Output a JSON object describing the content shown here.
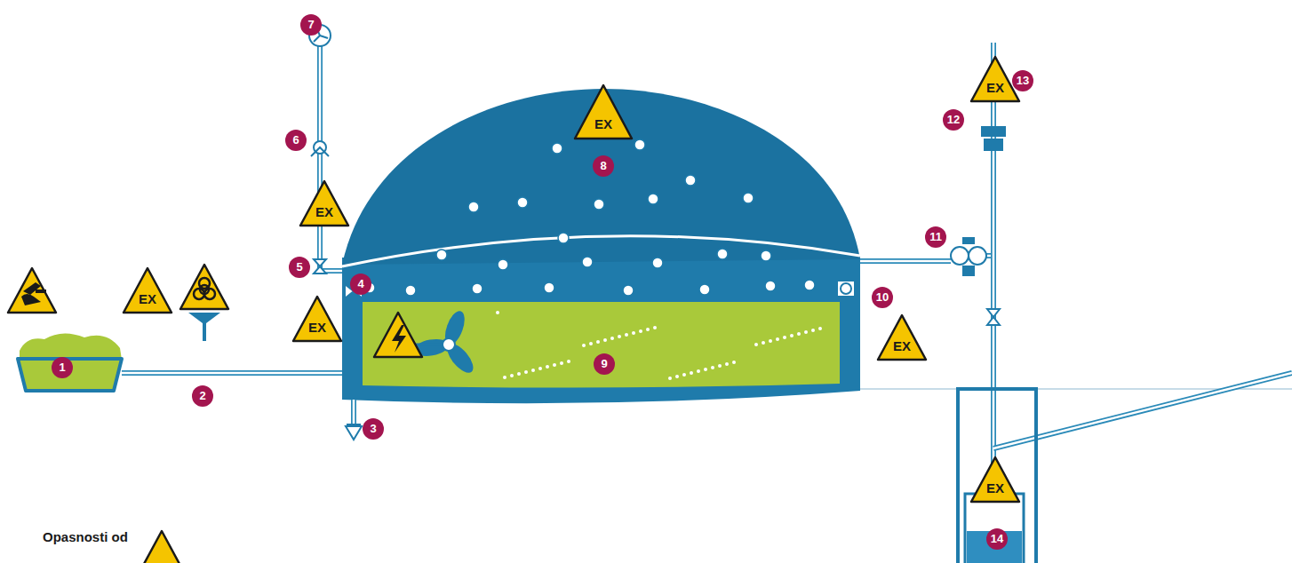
{
  "diagram": {
    "labels": [
      "7",
      "13",
      "EX",
      "6",
      "EX",
      "8",
      "12",
      "EX",
      "5",
      "11",
      "4",
      "EX",
      "10",
      "EX",
      "EX",
      "1",
      "9",
      "2",
      "3",
      "EX",
      "14",
      "Opasnosti od"
    ]
  }
}
